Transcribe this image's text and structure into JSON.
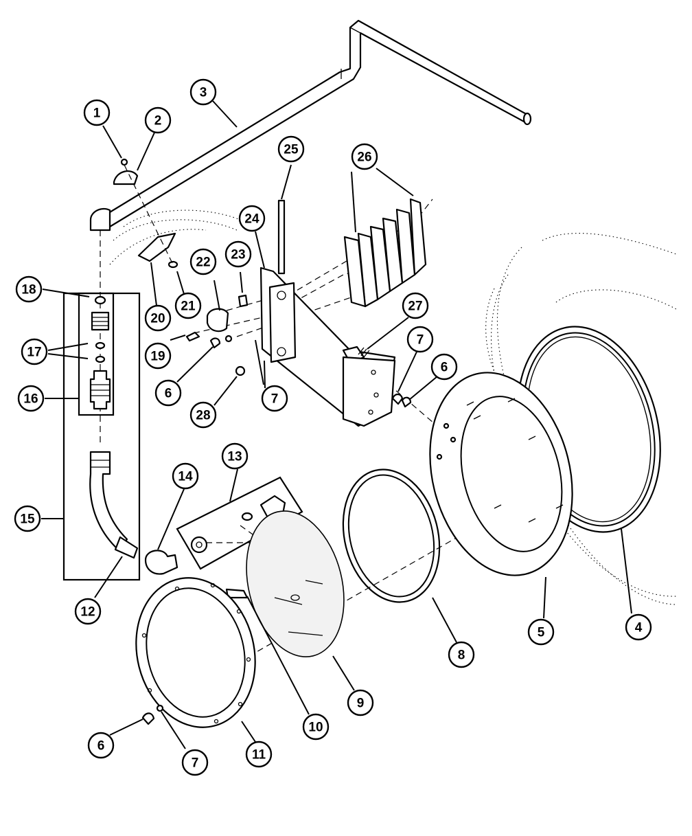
{
  "diagram": {
    "callouts": [
      {
        "id": "c1",
        "label": "1"
      },
      {
        "id": "c2",
        "label": "2"
      },
      {
        "id": "c3",
        "label": "3"
      },
      {
        "id": "c4",
        "label": "4"
      },
      {
        "id": "c5",
        "label": "5"
      },
      {
        "id": "c6a",
        "label": "6"
      },
      {
        "id": "c6b",
        "label": "6"
      },
      {
        "id": "c6c",
        "label": "6"
      },
      {
        "id": "c7a",
        "label": "7"
      },
      {
        "id": "c7b",
        "label": "7"
      },
      {
        "id": "c7c",
        "label": "7"
      },
      {
        "id": "c8",
        "label": "8"
      },
      {
        "id": "c9",
        "label": "9"
      },
      {
        "id": "c10",
        "label": "10"
      },
      {
        "id": "c11",
        "label": "11"
      },
      {
        "id": "c12",
        "label": "12"
      },
      {
        "id": "c13",
        "label": "13"
      },
      {
        "id": "c14",
        "label": "14"
      },
      {
        "id": "c15",
        "label": "15"
      },
      {
        "id": "c16",
        "label": "16"
      },
      {
        "id": "c17",
        "label": "17"
      },
      {
        "id": "c18",
        "label": "18"
      },
      {
        "id": "c19",
        "label": "19"
      },
      {
        "id": "c20",
        "label": "20"
      },
      {
        "id": "c21",
        "label": "21"
      },
      {
        "id": "c22",
        "label": "22"
      },
      {
        "id": "c23",
        "label": "23"
      },
      {
        "id": "c24",
        "label": "24"
      },
      {
        "id": "c25",
        "label": "25"
      },
      {
        "id": "c26",
        "label": "26"
      },
      {
        "id": "c27",
        "label": "27"
      },
      {
        "id": "c28",
        "label": "28"
      }
    ]
  }
}
